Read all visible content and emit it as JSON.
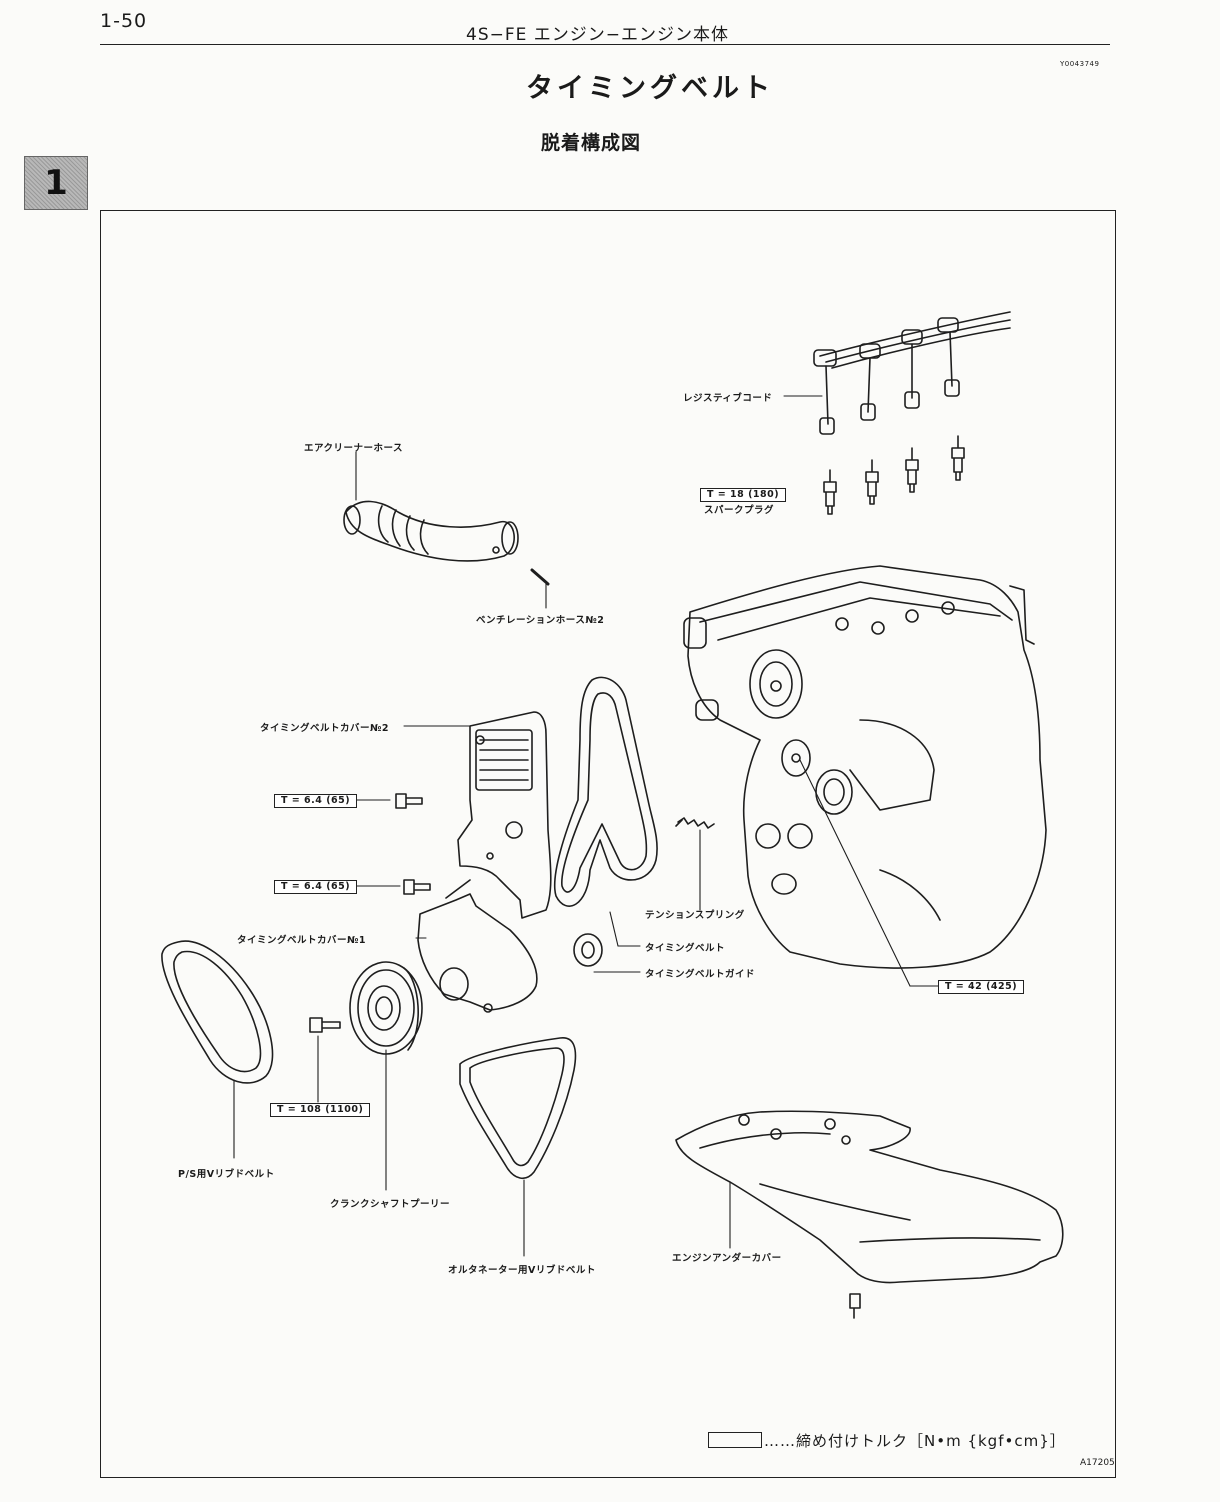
{
  "header": {
    "page_number": "1-50",
    "section_title": "4S−FE エンジン−エンジン本体",
    "doc_code": "Y0043749"
  },
  "title": {
    "main": "タイミングベルト",
    "sub": "脱着構成図"
  },
  "chapter_tab": {
    "number": "1"
  },
  "labels": {
    "resistive_cord": "レジスティブコード",
    "spark_plug": "スパークプラグ",
    "air_cleaner_hose": "エアクリーナーホース",
    "ventilation_hose": "ベンチレーションホース№2",
    "tbelt_cover_2": "タイミングベルトカバー№2",
    "tension_spring": "テンションスプリング",
    "tbelt_cover_1": "タイミングベルトカバー№1",
    "timing_belt": "タイミングベルト",
    "timing_belt_guide": "タイミングベルトガイド",
    "ps_vribbed_belt": "P/S用Vリブドベルト",
    "crankshaft_pulley": "クランクシャフトプーリー",
    "alternator_vribbed_belt": "オルタネーター用Vリブドベルト",
    "engine_under_cover": "エンジンアンダーカバー"
  },
  "torque": {
    "spark_plug": "T = 18 (180)",
    "cover2_bolt_upper": "T = 6.4 (65)",
    "cover2_bolt_lower": "T = 6.4 (65)",
    "idler": "T = 42 (425)",
    "pulley_bolt": "T = 108 (1100)"
  },
  "legend": {
    "text": "……締め付けトルク［N•m {kgf•cm}］"
  },
  "figure_id": "A17205"
}
